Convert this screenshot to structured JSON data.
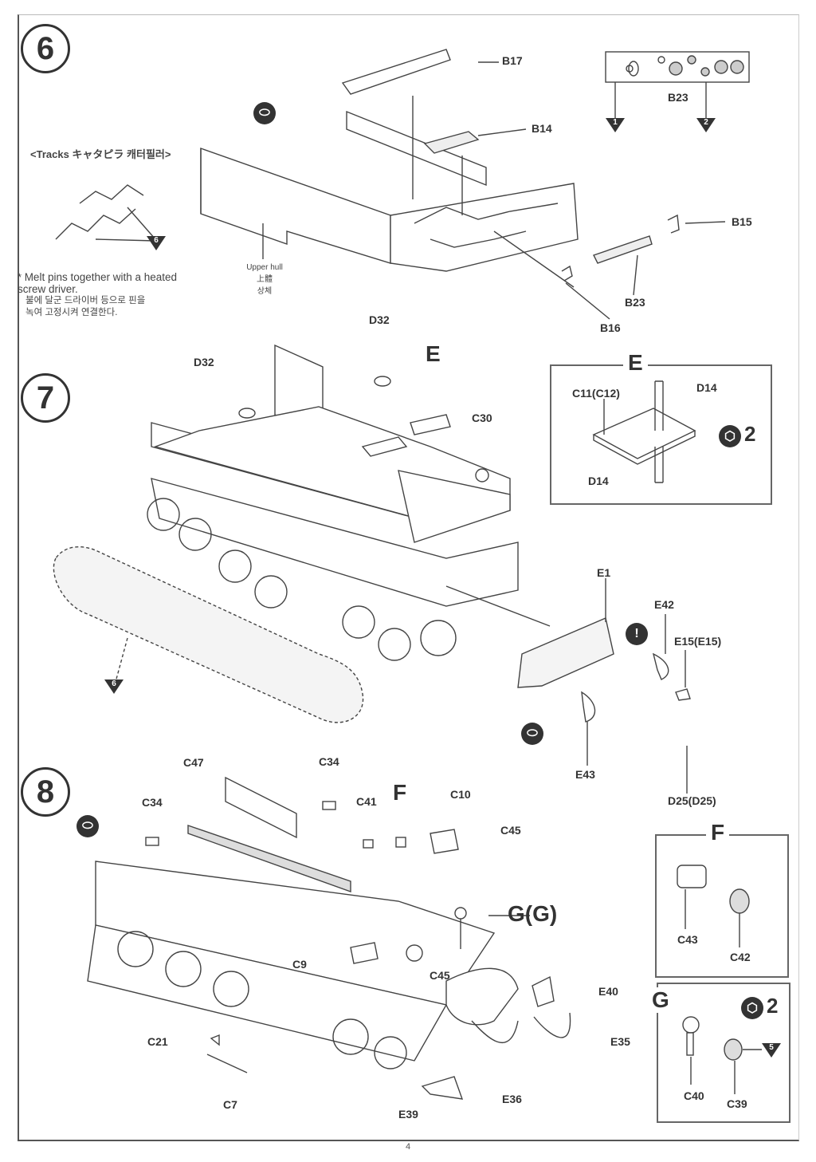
{
  "page": {
    "page_number": "4",
    "steps": [
      {
        "number": "6",
        "tracks_header": "<Tracks キャタピラ 캐터필러>",
        "tracks_ref": "6",
        "note_en": "Melt pins together with a heated screw driver.",
        "note_ko_1": "불에 달군 드라이버 등으로 핀을",
        "note_ko_2": "녹여 고정시켜 연결한다.",
        "note_bullet": "*",
        "upper_hull_en": "Upper hull",
        "upper_hull_jp": "上體",
        "upper_hull_ko": "상체",
        "parts": [
          "B17",
          "B14",
          "B23",
          "B15",
          "B23",
          "B16"
        ],
        "b23_refs": [
          "1",
          "2"
        ],
        "icon": "cement-icon"
      },
      {
        "number": "7",
        "parts": [
          "D32",
          "D32",
          "E",
          "C30",
          "E1",
          "E42",
          "E15(E15)",
          "E43",
          "D25(D25)"
        ],
        "track_ref": "6",
        "warning_icon": "!",
        "subassembly_E": {
          "title": "E",
          "parts": [
            "C11(C12)",
            "D14",
            "D14"
          ],
          "make_count": "2"
        }
      },
      {
        "number": "8",
        "parts": [
          "C47",
          "C34",
          "C34",
          "C41",
          "F",
          "C10",
          "C45",
          "G(G)",
          "C9",
          "C45",
          "E40",
          "C21",
          "E35",
          "C7",
          "E36",
          "E39"
        ],
        "subassembly_F": {
          "title": "F",
          "parts": [
            "C43",
            "C42"
          ]
        },
        "subassembly_G": {
          "title": "G",
          "parts": [
            "C40",
            "C39"
          ],
          "make_count": "2",
          "ref": "5"
        }
      }
    ]
  }
}
